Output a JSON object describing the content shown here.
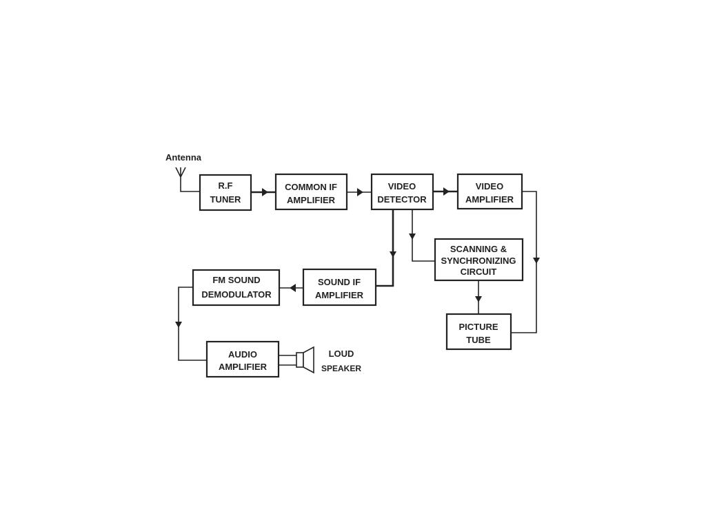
{
  "antenna_label": "Antenna",
  "blocks": {
    "rf_tuner": [
      "R.F",
      "TUNER"
    ],
    "common_if": [
      "COMMON IF",
      "AMPLIFIER"
    ],
    "video_detector": [
      "VIDEO",
      "DETECTOR"
    ],
    "video_amplifier": [
      "VIDEO",
      "AMPLIFIER"
    ],
    "scanning": [
      "SCANNING &",
      "SYNCHRONIZING",
      "CIRCUIT"
    ],
    "picture_tube": [
      "PICTURE",
      "TUBE"
    ],
    "sound_if": [
      "SOUND IF",
      "AMPLIFIER"
    ],
    "fm_demod": [
      "FM SOUND",
      "DEMODULATOR"
    ],
    "audio_amp": [
      "AUDIO",
      "AMPLIFIER"
    ]
  },
  "speaker_label": [
    "LOUD",
    "SPEAKER"
  ]
}
